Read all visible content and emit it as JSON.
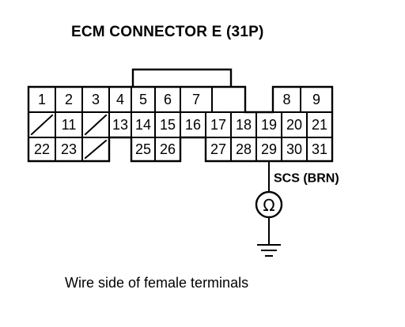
{
  "title": "ECM CONNECTOR E (31P)",
  "caption": "Wire side of female terminals",
  "wire_label": "SCS (BRN)",
  "meter_symbol": "Ω",
  "connector": {
    "rows": [
      [
        "1",
        "2",
        "3",
        "4",
        "5",
        "6",
        "7",
        "",
        "8",
        "9"
      ],
      [
        "/",
        "11",
        "/",
        "13",
        "14",
        "15",
        "16",
        "17",
        "18",
        "19",
        "20",
        "21"
      ],
      [
        "22",
        "23",
        "/",
        "",
        "25",
        "26",
        "",
        "27",
        "28",
        "29",
        "30",
        "31"
      ]
    ],
    "probe_terminal": "29"
  },
  "colors": {
    "line": "#000000",
    "background": "#ffffff"
  },
  "icons": [
    "ohmmeter-icon",
    "ground-icon"
  ]
}
